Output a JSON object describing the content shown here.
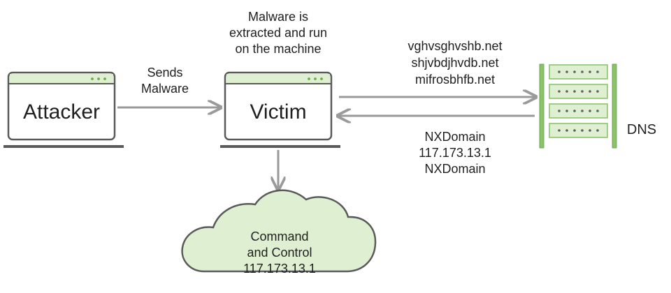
{
  "nodes": {
    "attacker": {
      "label": "Attacker"
    },
    "victim": {
      "label": "Victim",
      "note": [
        "Malware is",
        "extracted and run",
        "on the machine"
      ]
    },
    "dns": {
      "label": "DNS"
    },
    "cnc": {
      "label_lines": [
        "Command",
        "and Control",
        "117.173.13.1"
      ]
    }
  },
  "edges": {
    "attacker_to_victim": [
      "Sends",
      "Malware"
    ],
    "victim_to_dns": [
      "vghvsghvshb.net",
      "shjvbdjhvdb.net",
      "mifrosbhfb.net"
    ],
    "dns_to_victim": [
      "NXDomain",
      "117.173.13.1",
      "NXDomain"
    ]
  },
  "colors": {
    "laptop_outline": "#5a5a5a",
    "laptop_topbar": "#dff0d2",
    "server_fill": "#dff0d2",
    "server_accent": "#8cc36a",
    "cloud_fill": "#dff0d2",
    "arrow": "#9a9a9a"
  },
  "icons": {
    "attacker": "laptop-icon",
    "victim": "laptop-icon",
    "dns": "server-rack-icon",
    "cnc": "cloud-icon"
  }
}
